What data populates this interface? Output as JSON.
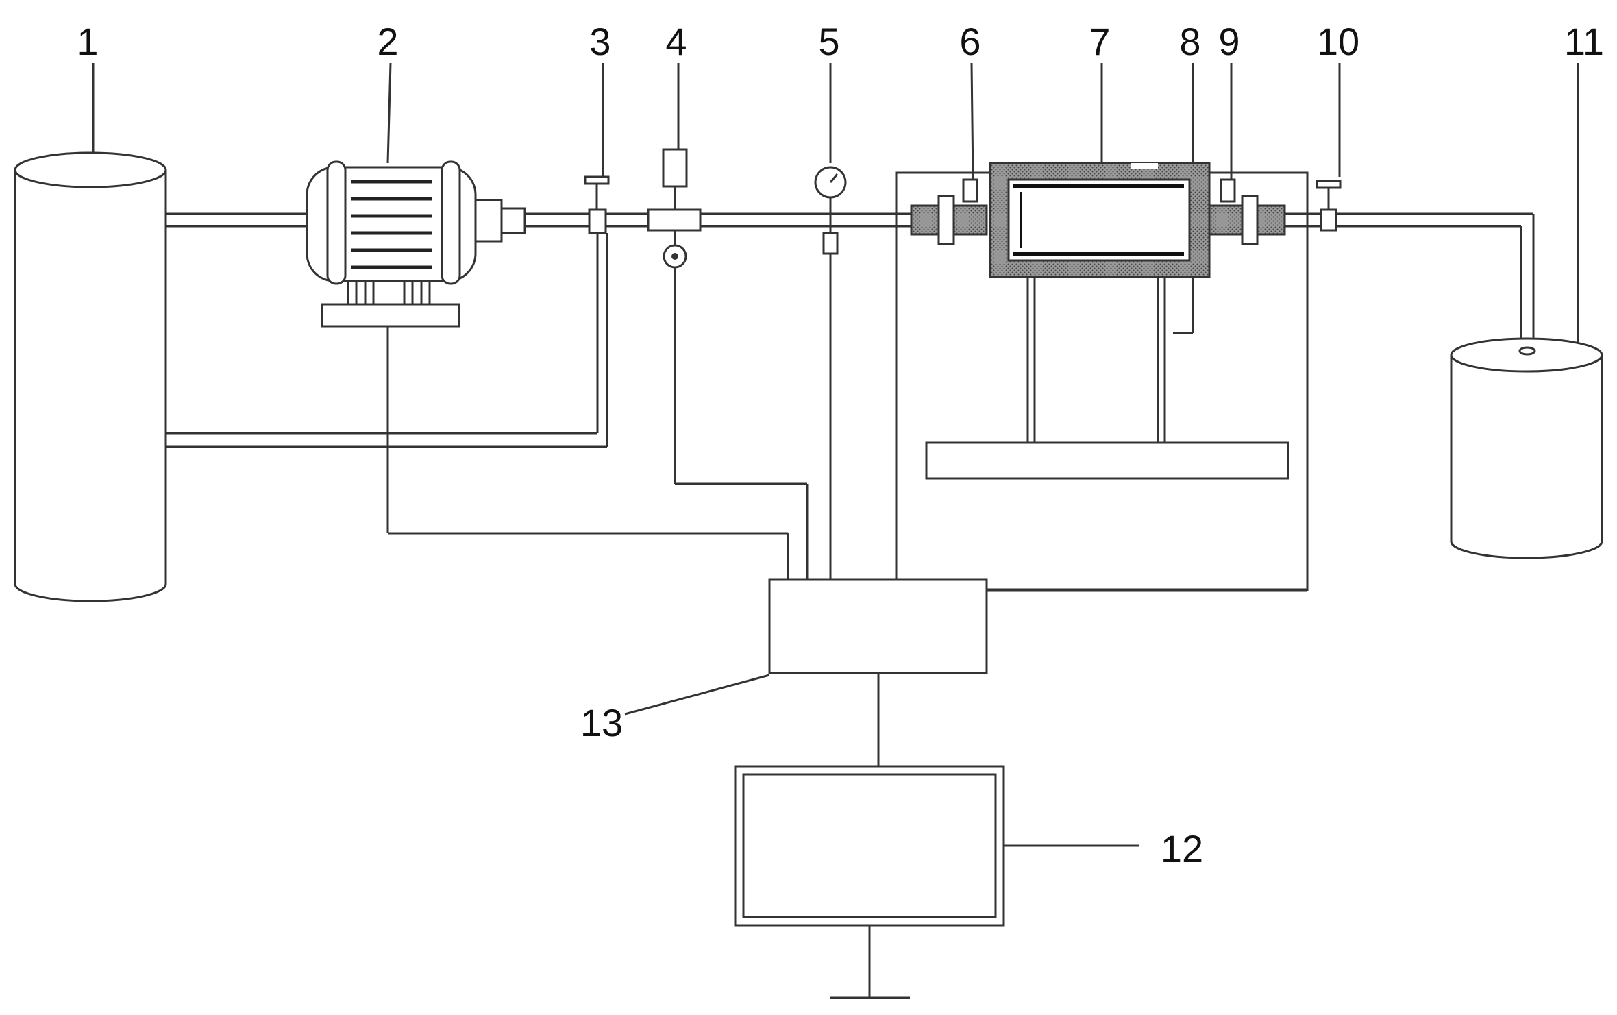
{
  "callouts": {
    "c1": "1",
    "c2": "2",
    "c3": "3",
    "c4": "4",
    "c5": "5",
    "c6": "6",
    "c7": "7",
    "c8": "8",
    "c9": "9",
    "c10": "10",
    "c11": "11",
    "c12": "12",
    "c13": "13"
  },
  "colors": {
    "line": "#333333",
    "hatch": "#555555",
    "background": "#ffffff"
  }
}
